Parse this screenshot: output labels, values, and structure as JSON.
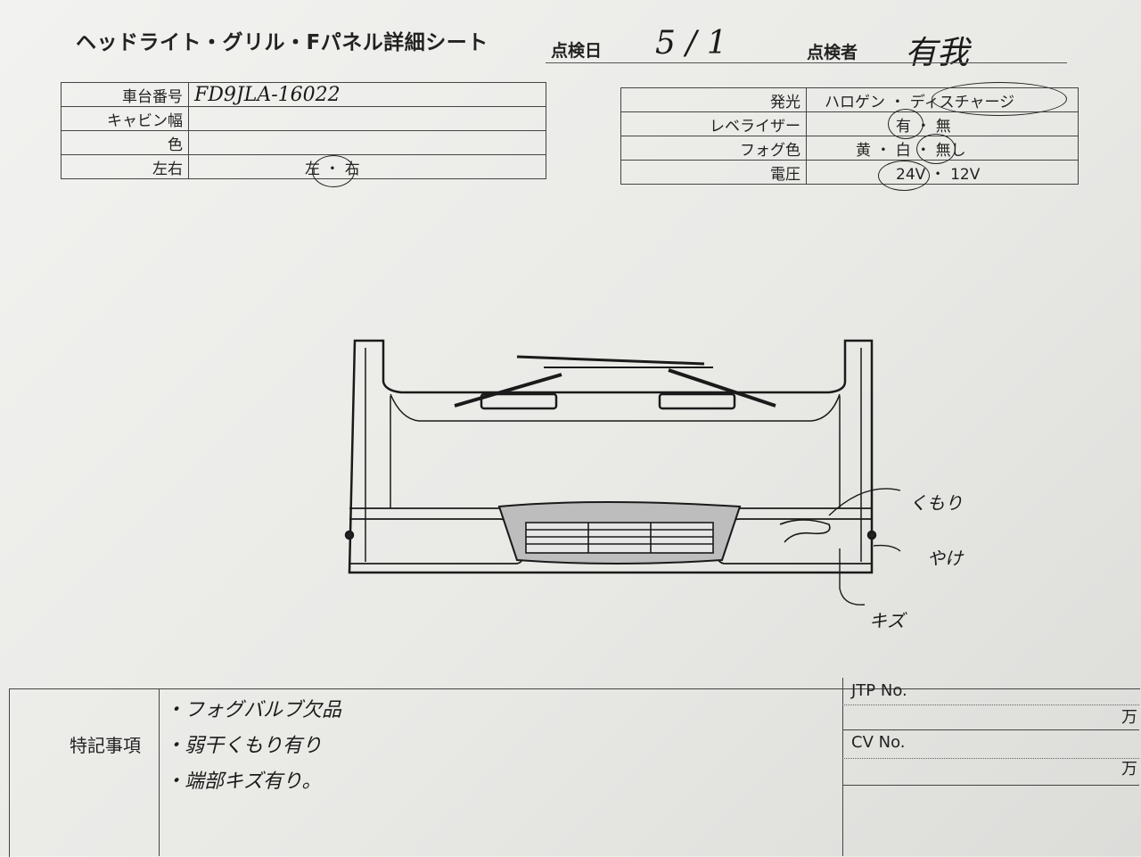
{
  "header": {
    "title": "ヘッドライト・グリル・Fパネル詳細シート",
    "inspection_date_label": "点検日",
    "inspection_date_value": "5 / 1",
    "inspector_label": "点検者",
    "inspector_value": "有我"
  },
  "vehicle_table": {
    "rows": [
      {
        "label": "車台番号",
        "value": "FD9JLA-16022"
      },
      {
        "label": "キャビン幅",
        "value": ""
      },
      {
        "label": "色",
        "value": ""
      },
      {
        "label": "左右",
        "value": "左 ・ 右"
      }
    ]
  },
  "light_table": {
    "rows": [
      {
        "label": "発光",
        "value": "ハロゲン ・ ディスチャージ"
      },
      {
        "label": "レベライザー",
        "value": "有 ・ 無"
      },
      {
        "label": "フォグ色",
        "value": "黄 ・ 白 ・ 無し"
      },
      {
        "label": "電圧",
        "value": "24V ・ 12V"
      }
    ]
  },
  "diagram_annotations": {
    "cloudy": "くもり",
    "burn": "やけ",
    "scratch": "キズ"
  },
  "notes": {
    "label": "特記事項",
    "lines": [
      "・フォグバルブ欠品",
      "・弱干くもり有り",
      "・端部キズ有り。"
    ]
  },
  "right_box": {
    "jtp_label": "JTP No.",
    "cv_label": "CV No.",
    "unit": "万"
  }
}
